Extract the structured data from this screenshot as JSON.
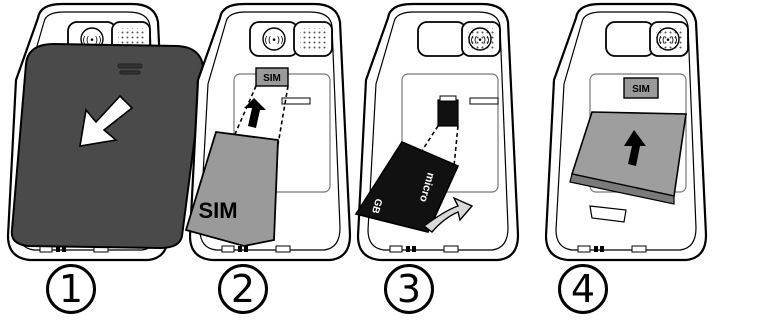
{
  "steps": [
    {
      "number": "1"
    },
    {
      "number": "2",
      "sim_label": "SIM",
      "slot_label": "SIM"
    },
    {
      "number": "3",
      "card_brand": "micro",
      "card_capacity": "GB"
    },
    {
      "number": "4",
      "slot_label": "SIM"
    }
  ],
  "colors": {
    "cover": "#4a4a4a",
    "sim": "#9a9a9a",
    "battery": "#9e9e9e",
    "sdcard": "#111111",
    "outline": "#000000"
  },
  "icons": [
    "down-left-arrow-icon",
    "up-arrow-icon",
    "curved-arrow-icon",
    "nfc-icon",
    "speaker-grille-icon"
  ]
}
